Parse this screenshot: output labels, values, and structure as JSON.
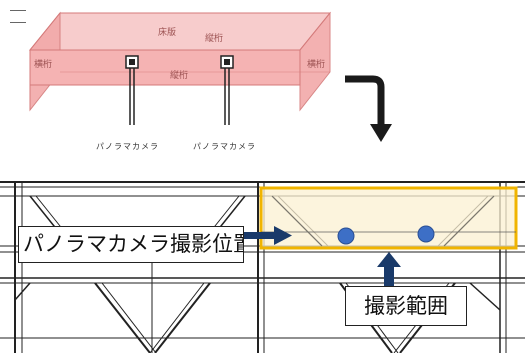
{
  "box_diagram": {
    "top_label": "床版",
    "top_right_label": "縦桁",
    "front_label": "縦桁",
    "left_end_label": "横桁",
    "right_end_label": "横桁",
    "camera_labels": [
      "パノラマカメラ",
      "パノラマカメラ"
    ]
  },
  "photo": {
    "camera_position_label": "パノラマカメラ撮影位置",
    "shooting_range_label": "撮影範囲"
  },
  "colors": {
    "box_fill": "#f4b8b8",
    "box_edge": "#d47a7a",
    "range_border": "#f0b400",
    "range_fill": "#fbf0d2",
    "camera_dot": "#3d6fc6",
    "arrow": "#1a1a1a"
  }
}
